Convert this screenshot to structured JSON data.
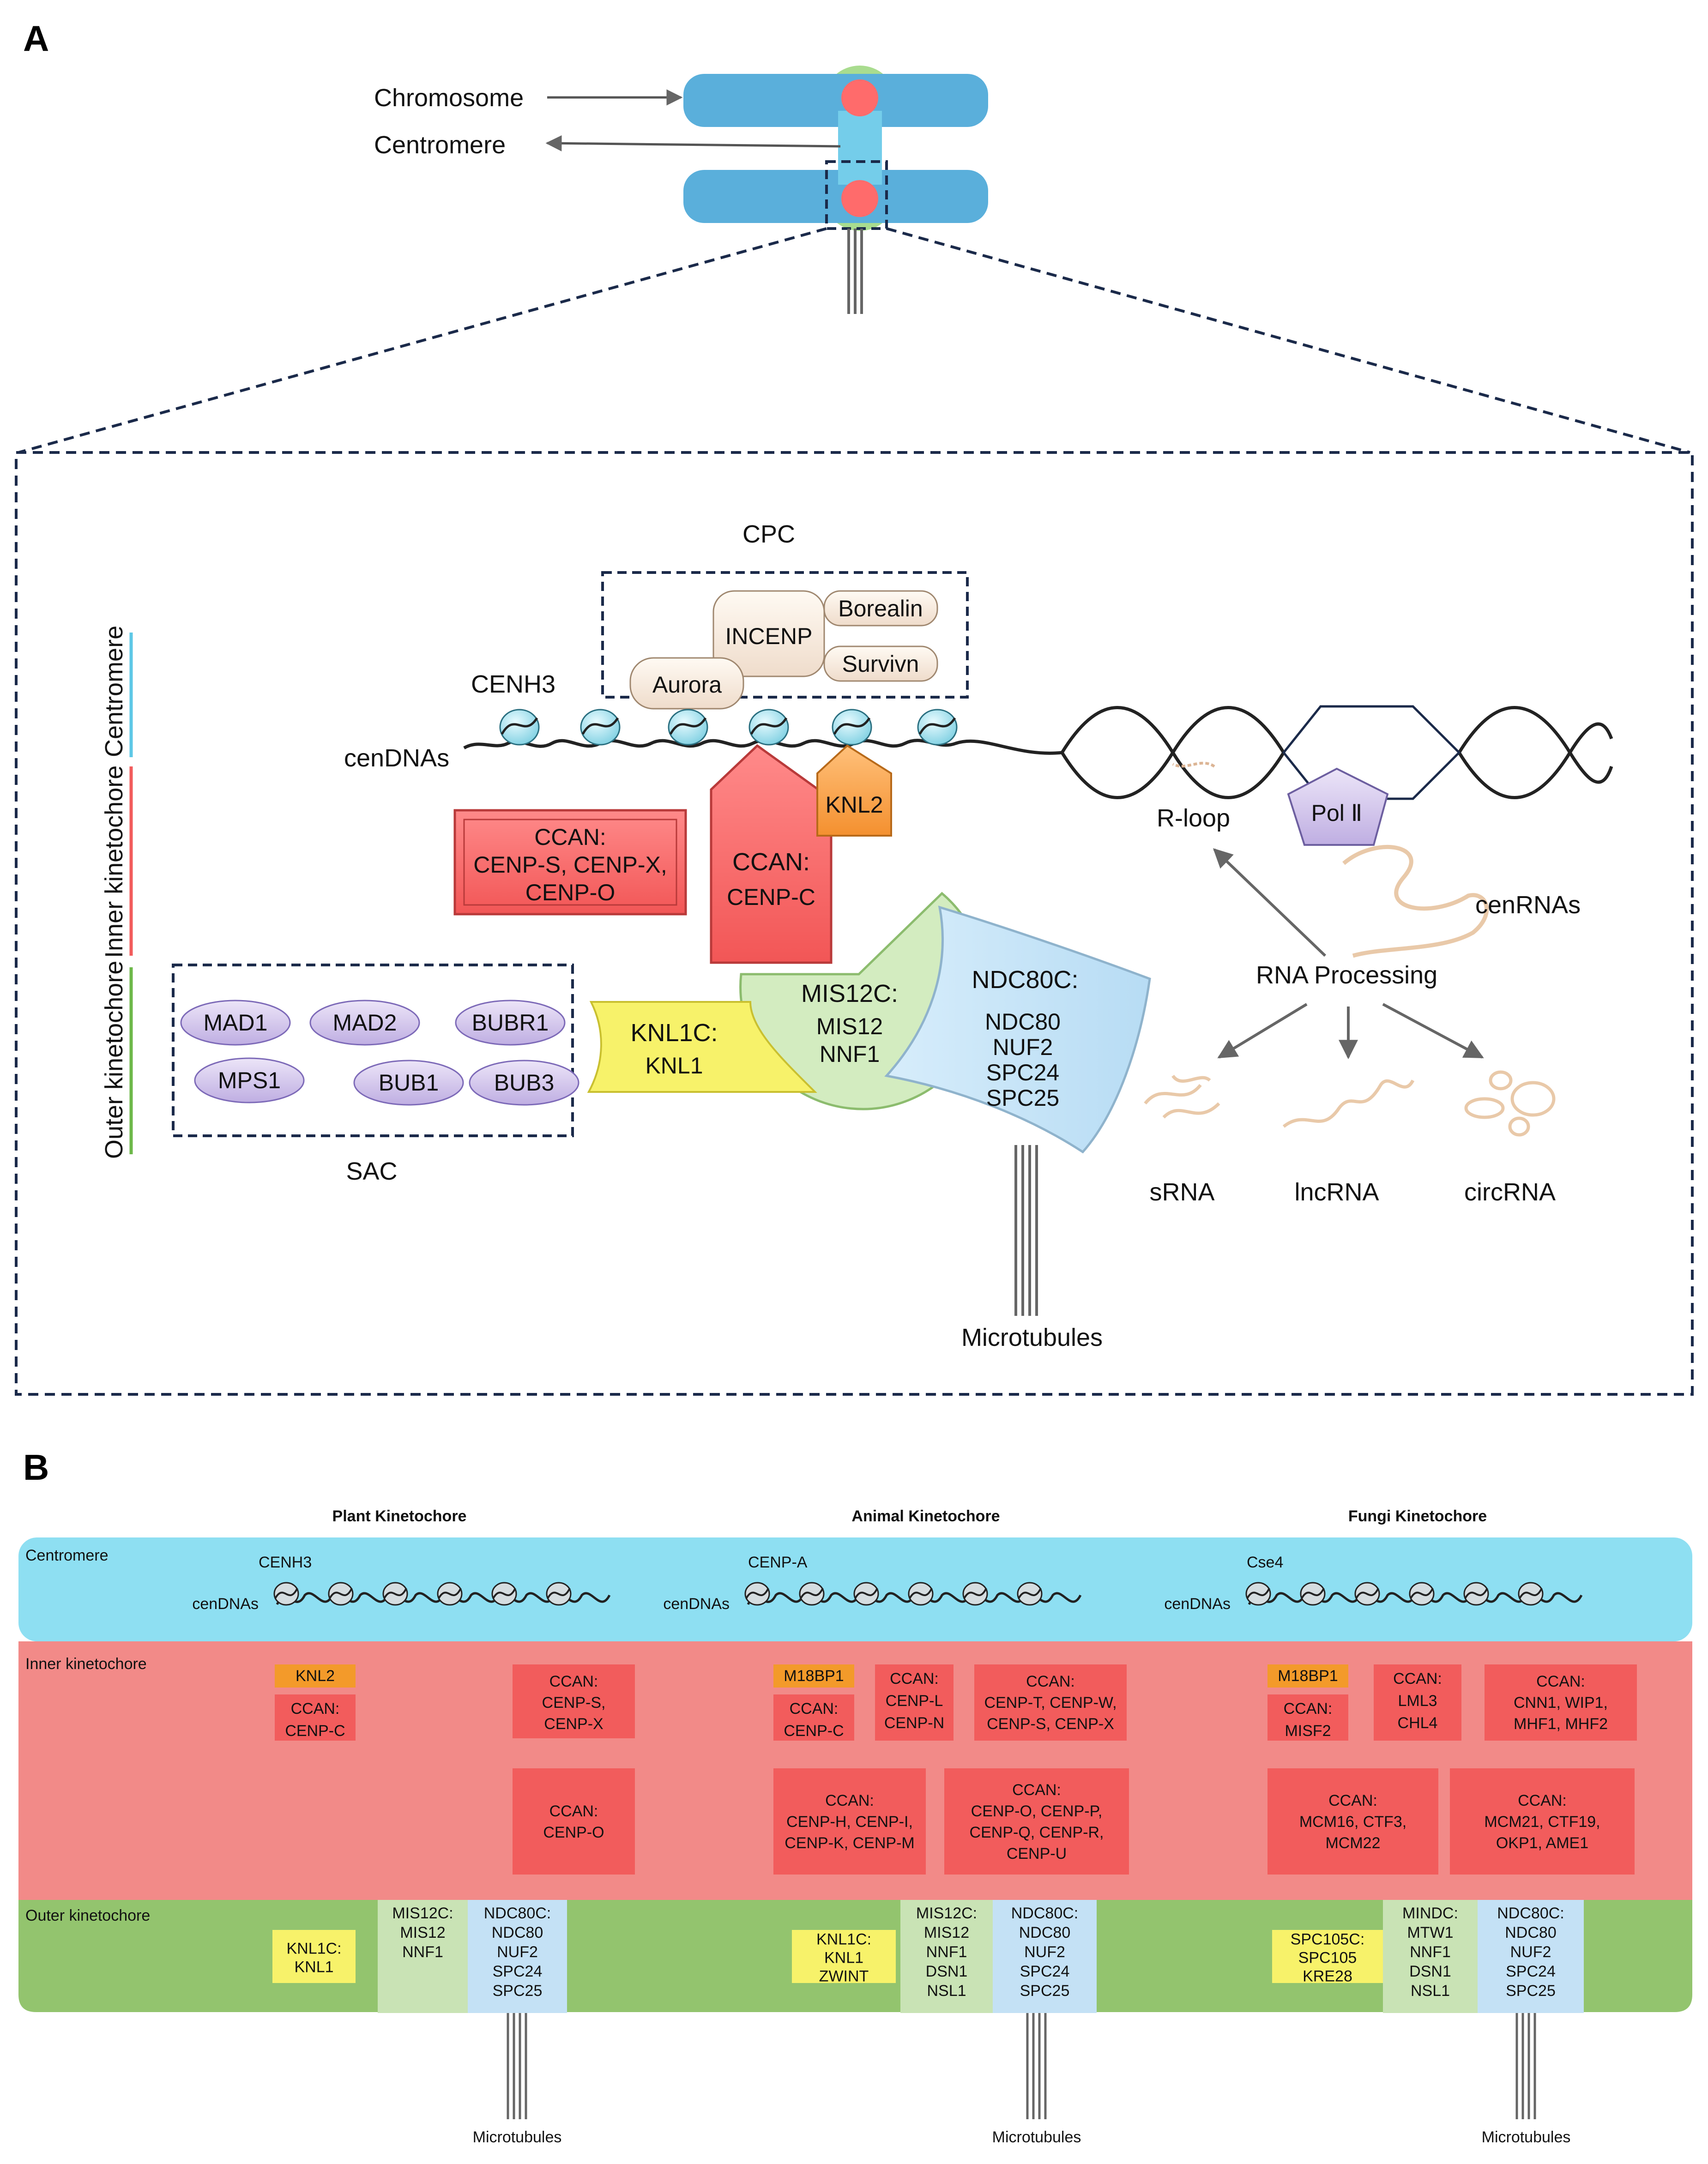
{
  "panel_a": {
    "letter": "A",
    "chromosome": "Chromosome",
    "centromere": "Centromere",
    "cpc": "CPC",
    "cpc_proteins": [
      "Aurora",
      "INCENP",
      "Borealin",
      "Survivn"
    ],
    "cenh3": "CENH3",
    "cendnas": "cenDNAs",
    "layers": [
      "Centromere",
      "Inner kinetochore",
      "Outer kinetochore"
    ],
    "ccan_box": [
      "CCAN:",
      "CENP-S, CENP-X,",
      "CENP-O"
    ],
    "ccan_c": [
      "CCAN:",
      "CENP-C"
    ],
    "knl2": "KNL2",
    "sac": "SAC",
    "sac_proteins": [
      "MAD1",
      "MAD2",
      "BUBR1",
      "MPS1",
      "BUB1",
      "BUB3"
    ],
    "knl1c": [
      "KNL1C:",
      "KNL1"
    ],
    "mis12c": [
      "MIS12C:",
      "MIS12",
      "NNF1"
    ],
    "ndc80c": [
      "NDC80C:",
      "NDC80",
      "NUF2",
      "SPC24",
      "SPC25"
    ],
    "microtubules": "Microtubules",
    "rloop": "R-loop",
    "pol2": "Pol Ⅱ",
    "cenrnas": "cenRNAs",
    "rna_processing": "RNA Processing",
    "rna_types": [
      "sRNA",
      "lncRNA",
      "circRNA"
    ]
  },
  "panel_b": {
    "letter": "B",
    "row_labels": [
      "Centromere",
      "Inner kinetochore",
      "Outer kinetochore"
    ],
    "microtubules": "Microtubules",
    "cendnas": "cenDNAs",
    "colors": {
      "centromere": "#8edff2",
      "inner": "#f28a88",
      "outer": "#93c46e",
      "ccan": "#f25c5c",
      "orange": "#f39a2a",
      "yellow": "#f7f26a",
      "mis12": "#c9e3b5",
      "ndc80": "#c4e1f5"
    },
    "columns": [
      {
        "title": "Plant Kinetochore",
        "histone": "CENH3",
        "loader": "KNL2",
        "ccan_small": [
          [
            "CCAN:",
            "CENP-C"
          ]
        ],
        "ccan_right_top": [
          "CCAN:",
          "CENP-S,",
          "CENP-X"
        ],
        "ccan_bottom": [
          [
            "CCAN:",
            "CENP-O"
          ]
        ],
        "knl1c": [
          "KNL1C:",
          "KNL1"
        ],
        "mis12c": [
          "MIS12C:",
          "MIS12",
          "NNF1"
        ],
        "ndc80c": [
          "NDC80C:",
          "NDC80",
          "NUF2",
          "SPC24",
          "SPC25"
        ]
      },
      {
        "title": "Animal Kinetochore",
        "histone": "CENP-A",
        "loader": "M18BP1",
        "ccan_small": [
          [
            "CCAN:",
            "CENP-C"
          ],
          [
            "CCAN:",
            "CENP-L",
            "CENP-N"
          ]
        ],
        "ccan_right_top": [
          "CCAN:",
          "CENP-T, CENP-W,",
          "CENP-S, CENP-X"
        ],
        "ccan_bottom": [
          [
            "CCAN:",
            "CENP-H, CENP-I,",
            "CENP-K, CENP-M"
          ],
          [
            "CCAN:",
            "CENP-O, CENP-P,",
            "CENP-Q, CENP-R,",
            "CENP-U"
          ]
        ],
        "knl1c": [
          "KNL1C:",
          "KNL1",
          "ZWINT"
        ],
        "mis12c": [
          "MIS12C:",
          "MIS12",
          "NNF1",
          "DSN1",
          "NSL1"
        ],
        "ndc80c": [
          "NDC80C:",
          "NDC80",
          "NUF2",
          "SPC24",
          "SPC25"
        ]
      },
      {
        "title": "Fungi Kinetochore",
        "histone": "Cse4",
        "loader": "M18BP1",
        "ccan_small": [
          [
            "CCAN:",
            "MISF2"
          ],
          [
            "CCAN:",
            "LML3",
            "CHL4"
          ]
        ],
        "ccan_right_top": [
          "CCAN:",
          "CNN1, WIP1,",
          "MHF1, MHF2"
        ],
        "ccan_bottom": [
          [
            "CCAN:",
            "MCM16, CTF3,",
            "MCM22"
          ],
          [
            "CCAN:",
            "MCM21, CTF19,",
            "OKP1, AME1"
          ]
        ],
        "knl1c": [
          "SPC105C:",
          "SPC105",
          "KRE28"
        ],
        "mis12c": [
          "MINDC:",
          "MTW1",
          "NNF1",
          "DSN1",
          "NSL1"
        ],
        "ndc80c": [
          "NDC80C:",
          "NDC80",
          "NUF2",
          "SPC24",
          "SPC25"
        ]
      }
    ]
  }
}
